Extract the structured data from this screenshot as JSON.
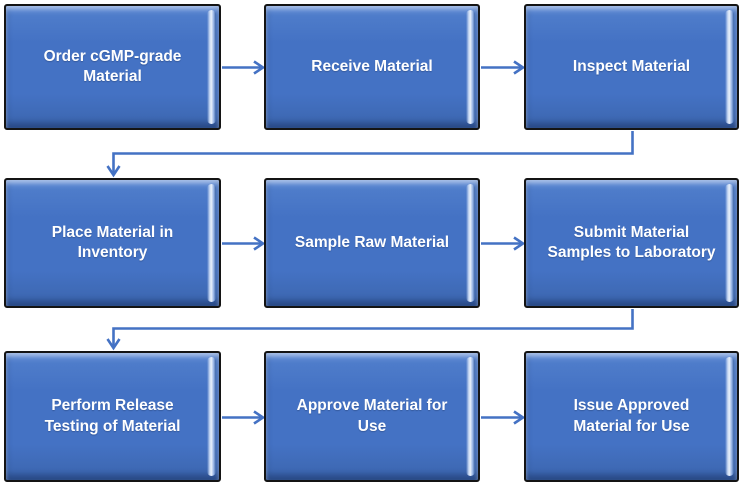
{
  "colors": {
    "box_fill": "#4472C4",
    "box_border": "#141414",
    "bevel_highlight": "#E9F1FB",
    "label_text": "#FFFFFF",
    "arrow": "#4472C4",
    "background": "#FFFFFF"
  },
  "flow": {
    "nodes": [
      {
        "id": "order-material",
        "label": "Order cGMP-grade\nMaterial",
        "row": 1,
        "col": 1
      },
      {
        "id": "receive-material",
        "label": "Receive Material",
        "row": 1,
        "col": 2
      },
      {
        "id": "inspect-material",
        "label": "Inspect Material",
        "row": 1,
        "col": 3
      },
      {
        "id": "place-inventory",
        "label": "Place Material in\nInventory",
        "row": 2,
        "col": 1
      },
      {
        "id": "sample-material",
        "label": "Sample Raw Material",
        "row": 2,
        "col": 2
      },
      {
        "id": "submit-samples",
        "label": "Submit Material\nSamples to Laboratory",
        "row": 2,
        "col": 3
      },
      {
        "id": "release-testing",
        "label": "Perform Release\nTesting of Material",
        "row": 3,
        "col": 1
      },
      {
        "id": "approve-material",
        "label": "Approve Material for\nUse",
        "row": 3,
        "col": 2
      },
      {
        "id": "issue-material",
        "label": "Issue Approved\nMaterial for Use",
        "row": 3,
        "col": 3
      }
    ],
    "edges": [
      {
        "from": "order-material",
        "to": "receive-material",
        "type": "straight-right"
      },
      {
        "from": "receive-material",
        "to": "inspect-material",
        "type": "straight-right"
      },
      {
        "from": "inspect-material",
        "to": "place-inventory",
        "type": "elbow-down-left"
      },
      {
        "from": "place-inventory",
        "to": "sample-material",
        "type": "straight-right"
      },
      {
        "from": "sample-material",
        "to": "submit-samples",
        "type": "straight-right"
      },
      {
        "from": "submit-samples",
        "to": "release-testing",
        "type": "elbow-down-left"
      },
      {
        "from": "release-testing",
        "to": "approve-material",
        "type": "straight-right"
      },
      {
        "from": "approve-material",
        "to": "issue-material",
        "type": "straight-right"
      }
    ]
  }
}
